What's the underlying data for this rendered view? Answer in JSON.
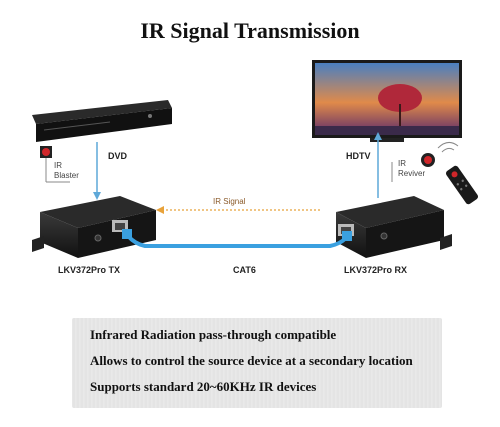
{
  "title": "IR Signal Transmission",
  "labels": {
    "dvd": "DVD",
    "hdtv": "HDTV",
    "ir_blaster_line1": "IR",
    "ir_blaster_line2": "Blaster",
    "ir_receiver_line1": "IR",
    "ir_receiver_line2": "Reviver",
    "ir_signal": "IR Signal",
    "tx": "LKV372Pro TX",
    "cat6": "CAT6",
    "rx": "LKV372Pro RX"
  },
  "features": [
    "Infrared Radiation pass-through compatible",
    "Allows to control the source device at a secondary location",
    "Supports standard 20~60KHz IR devices"
  ],
  "colors": {
    "arrow_blue": "#5ea8d8",
    "ir_signal_orange": "#e8a23a",
    "cable_blue": "#3aa0e0",
    "ir_red": "#d0262a",
    "device_black": "#1c1c1c"
  }
}
